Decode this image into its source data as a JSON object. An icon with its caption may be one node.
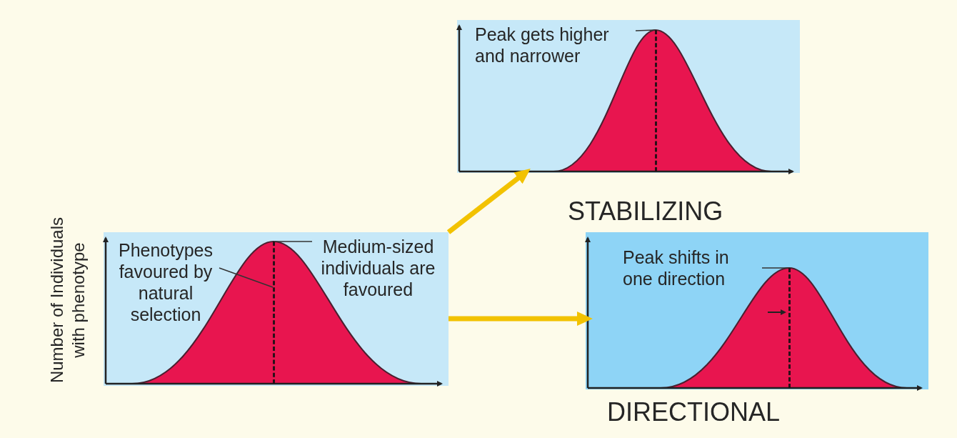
{
  "diagram": {
    "nodes": [
      {
        "text": [],
        "shape": "box"
      },
      {
        "text": [
          "Phenotypes favoured by natural selection"
        ],
        "in": 0
      },
      {
        "text": [],
        "shape": "line",
        "in": 0
      },
      {
        "text": [
          "Medium-sized individuals are favoured"
        ],
        "in": 0
      },
      {
        "text": [],
        "shape": "box",
        "beside": [
          "STABILIZING"
        ]
      },
      {
        "text": [
          "Peak gets higher and narrower"
        ],
        "in": 4
      },
      {
        "text": [],
        "shape": "line",
        "in": 4
      },
      {
        "text": [],
        "shape": "box",
        "beside": [
          "DIRECTIONAL"
        ]
      },
      {
        "text": [
          "Peak shifts in one direction"
        ],
        "in": 7
      },
      {
        "text": [],
        "shape": "line",
        "in": 7
      }
    ],
    "edges": [
      {
        "from": 0,
        "to": 4,
        "arrow": "to",
        "style": "thick",
        "color": "#f2c200"
      },
      {
        "from": 0,
        "to": 7,
        "arrow": "to",
        "style": "thick",
        "color": "#f2c200"
      },
      {
        "from": 1,
        "to": 2,
        "arrow": "none"
      },
      {
        "from": 3,
        "to": 2,
        "arrow": "none"
      },
      {
        "from": 5,
        "to": 6,
        "arrow": "none"
      },
      {
        "from": 8,
        "to": 9,
        "arrow": "none"
      }
    ],
    "labels": [
      "Number of Individuals with phenotype"
    ]
  }
}
